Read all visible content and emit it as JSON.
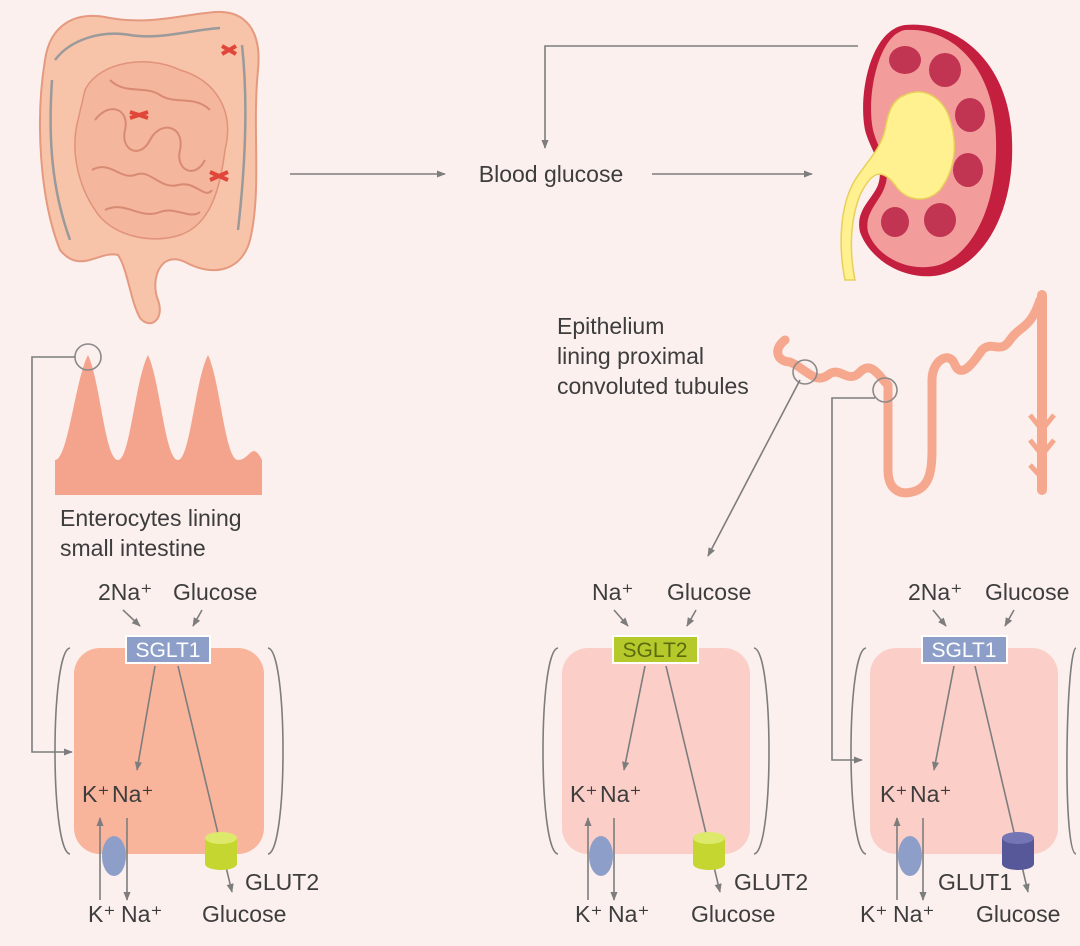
{
  "center": {
    "label": "Blood glucose"
  },
  "intestine": {
    "caption_line1": "Enterocytes lining",
    "caption_line2": "small intestine"
  },
  "kidney": {
    "caption_line1": "Epithelium",
    "caption_line2": "lining proximal",
    "caption_line3": "convoluted tubules"
  },
  "cells": [
    {
      "transporter": "SGLT1",
      "transporter_color": "#8d9fc9",
      "cell_color": "#f9b49c",
      "inputs": [
        "2Na⁺",
        "Glucose"
      ],
      "pump_top": [
        "K⁺",
        "Na⁺"
      ],
      "pump_bottom": [
        "K⁺",
        "Na⁺"
      ],
      "exit_transporter": "GLUT2",
      "exit_color": "#c6d631",
      "output": "Glucose"
    },
    {
      "transporter": "SGLT2",
      "transporter_color": "#b6c92a",
      "cell_color": "#fbcfc8",
      "inputs": [
        "Na⁺",
        "Glucose"
      ],
      "pump_top": [
        "K⁺",
        "Na⁺"
      ],
      "pump_bottom": [
        "K⁺",
        "Na⁺"
      ],
      "exit_transporter": "GLUT2",
      "exit_color": "#c6d631",
      "output": "Glucose"
    },
    {
      "transporter": "SGLT1",
      "transporter_color": "#8d9fc9",
      "cell_color": "#fbcfc8",
      "inputs": [
        "2Na⁺",
        "Glucose"
      ],
      "pump_top": [
        "K⁺",
        "Na⁺"
      ],
      "pump_bottom": [
        "K⁺",
        "Na⁺"
      ],
      "exit_transporter": "GLUT1",
      "exit_color": "#57589a",
      "output": "Glucose"
    }
  ],
  "colors": {
    "background": "#fbf0ee",
    "arrow": "#7d7d7d",
    "intestine_fill": "#f7c3a9",
    "kidney_outer": "#f29d9c",
    "kidney_inner": "#c41f3e",
    "kidney_pelvis": "#fff18f",
    "tubule": "#f5a88e"
  },
  "icons": [
    "intestine-illustration",
    "kidney-illustration",
    "villi-illustration",
    "nephron-tubule-illustration"
  ]
}
